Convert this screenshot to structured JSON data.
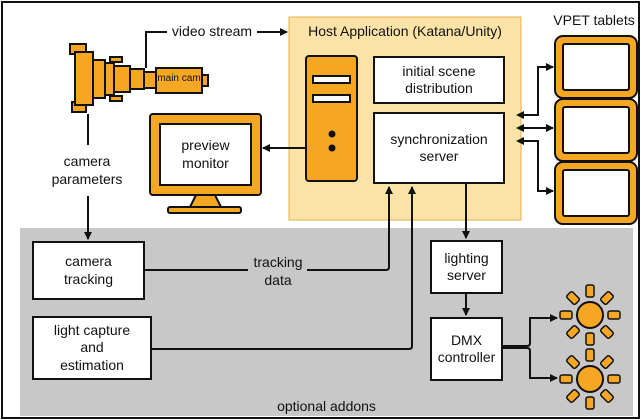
{
  "colors": {
    "outer_border": "#111111",
    "addons_region": "#c8c8c8",
    "host_region": "#fbe3a7",
    "accent_orange": "#f5a623",
    "stroke": "#111111",
    "box_fill": "#ffffff"
  },
  "labels": {
    "video_stream": "video stream",
    "host_title": "Host Application (Katana/Unity)",
    "vpet_tablets": "VPET tablets",
    "main_cam": "main cam",
    "camera_parameters": "camera\nparameters",
    "tracking_data": "tracking\ndata",
    "optional_addons": "optional addons"
  },
  "boxes": {
    "preview_monitor": "preview\nmonitor",
    "initial_scene": "initial scene\ndistribution",
    "sync_server": "synchronization\nserver",
    "camera_tracking": "camera\ntracking",
    "light_capture": "light capture\nand\nestimation",
    "lighting_server": "lighting\nserver",
    "dmx_controller": "DMX\ncontroller"
  },
  "icons": [
    "camera-icon",
    "server-tower-icon",
    "monitor-icon",
    "tablet-icon",
    "lamp-icon"
  ]
}
